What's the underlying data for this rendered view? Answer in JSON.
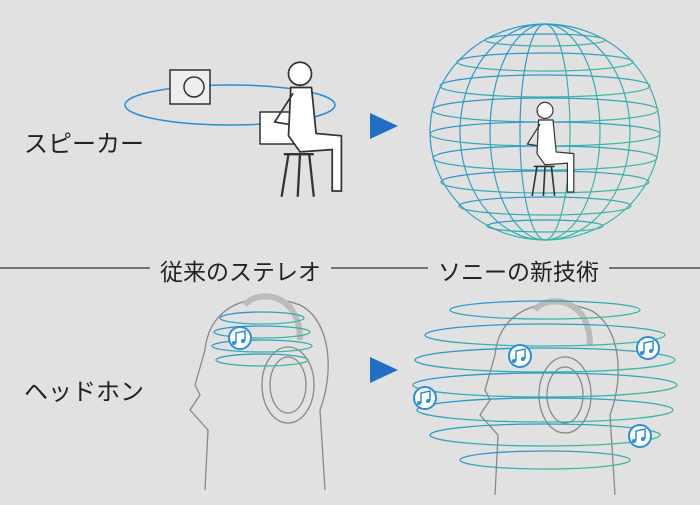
{
  "labels": {
    "speaker": "スピーカー",
    "headphone": "ヘッドホン",
    "conventional": "従来のステレオ",
    "sony": "ソニーの新技術"
  },
  "colors": {
    "background": "#e1e1e1",
    "arrow": "#1f6fc4",
    "ring_blue": "#2a8fd6",
    "ring_green": "#3fbf9a",
    "outline": "#777777"
  },
  "icons": [
    "play-arrow-icon",
    "music-note-icon",
    "speaker-icon",
    "seated-person-icon",
    "head-with-headphones-icon"
  ]
}
